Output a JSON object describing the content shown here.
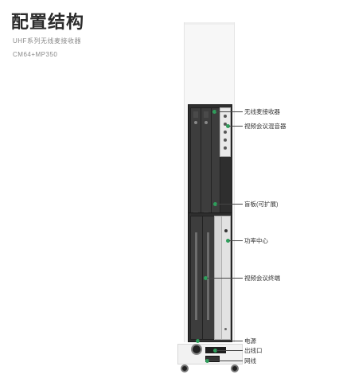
{
  "header": {
    "title": "配置结构",
    "subtitle_1": "UHF系列无线麦接收器",
    "subtitle_2": "CM64+MP350"
  },
  "callouts": [
    {
      "id": "wireless-receiver",
      "label": "无线麦接收器"
    },
    {
      "id": "conference-mixer",
      "label": "视频会议混音器"
    },
    {
      "id": "blank-panel",
      "label": "盲板(可扩展)"
    },
    {
      "id": "power-amp-center",
      "label": "功率中心"
    },
    {
      "id": "conference-terminal",
      "label": "视频会议终端"
    },
    {
      "id": "power-supply",
      "label": "电源"
    },
    {
      "id": "cable-outlet",
      "label": "出线口"
    },
    {
      "id": "network-cable",
      "label": "网线"
    }
  ],
  "colors": {
    "accent_dot": "#2e9e5b",
    "rack": "#2e2e2e",
    "cabinet": "#f7f7f7"
  }
}
